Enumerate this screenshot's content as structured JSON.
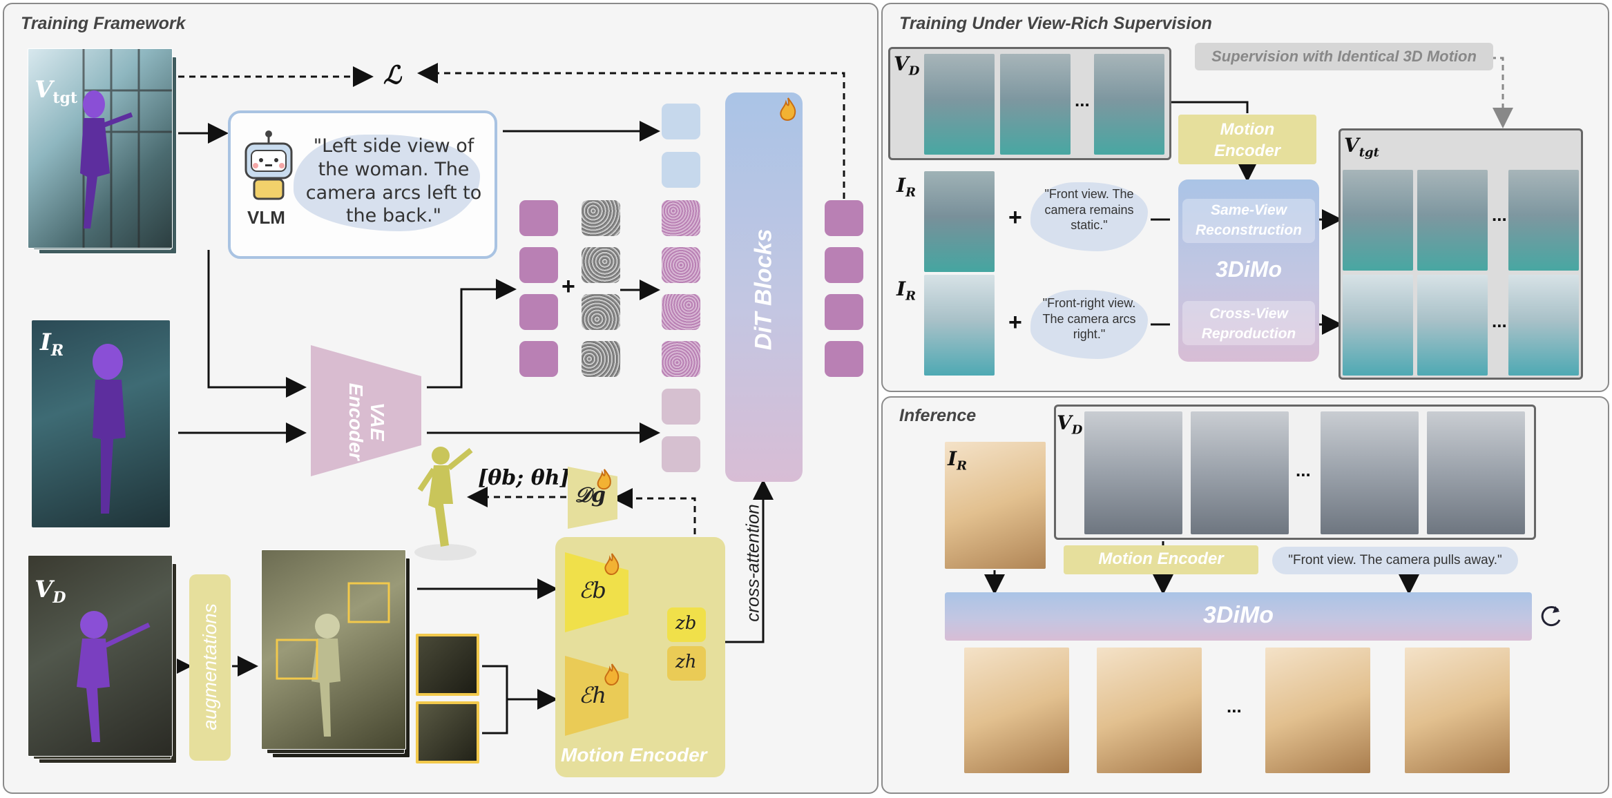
{
  "training": {
    "title": "Training Framework",
    "v_tgt": "V",
    "v_tgt_sub": "tgt",
    "i_r": "I",
    "i_r_sub": "R",
    "v_d": "V",
    "v_d_sub": "D",
    "loss": "ℒ",
    "vlm_label": "VLM",
    "vlm_prompt": "\"Left side view of the woman. The camera arcs left to the back.\"",
    "vae_label": "VAE Encoder",
    "dit_label": "DiT Blocks",
    "plus": "+",
    "theta_label": "[θb; θh]",
    "dg_label": "𝒟g",
    "augment_label": "augmentations",
    "eb_label": "ℰb",
    "eh_label": "ℰh",
    "zb_label": "zb",
    "zh_label": "zh",
    "cross_attention": "cross-attention",
    "motion_encoder": "Motion Encoder"
  },
  "view_rich": {
    "title": "Training  Under View-Rich Supervision",
    "v_d": "V",
    "v_d_sub": "D",
    "ellipsis": "...",
    "supervision_label": "Supervision with Identical 3D Motion",
    "motion_encoder": "Motion Encoder",
    "v_tgt": "V",
    "v_tgt_sub": "tgt",
    "i_r": "I",
    "i_r_sub": "R",
    "prompt_front": "\"Front view. The camera remains static.\"",
    "prompt_front_right": "\"Front-right view. The camera arcs right.\"",
    "same_view": "Same-View Reconstruction",
    "model": "3DiMo",
    "cross_view": "Cross-View Reproduction",
    "plus": "+"
  },
  "inference": {
    "title": "Inference",
    "i_r": "I",
    "i_r_sub": "R",
    "v_d": "V",
    "v_d_sub": "D",
    "ellipsis": "...",
    "motion_encoder": "Motion Encoder",
    "prompt": "\"Front view. The camera pulls away.\"",
    "model": "3DiMo",
    "refresh_icon": "refresh-icon"
  },
  "colors": {
    "token_purple": "#b980b4",
    "token_blue": "#c6d8ec",
    "token_lilac": "#d6c0d0",
    "motion_yellow": "#e6df9c",
    "encoder_yellow": "#f0e04a",
    "vae_pink": "#d9bcd0",
    "dit_gradient_top": "#aac4e6",
    "dit_gradient_bottom": "#d8bdd5"
  }
}
